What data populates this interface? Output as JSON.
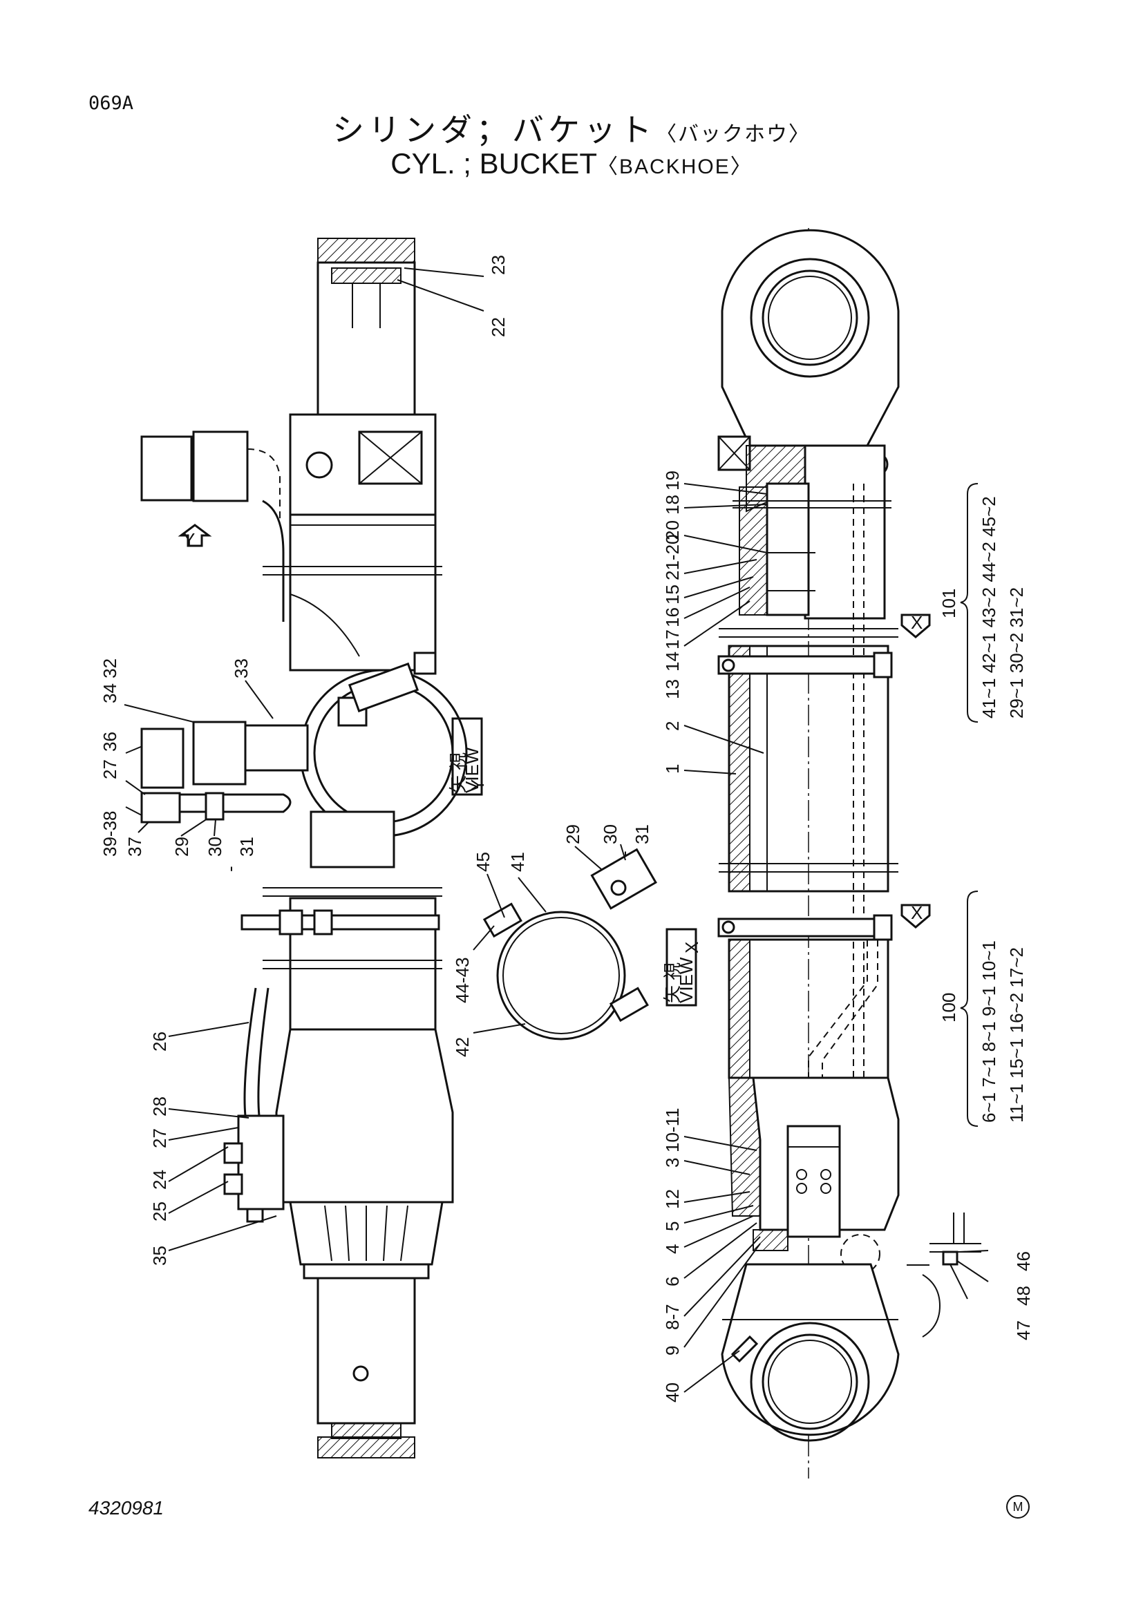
{
  "header": {
    "page_code": "069A",
    "title_jp": "シリンダ；バケット",
    "title_jp_sub": "〈バックホウ〉",
    "title_en": "CYL. ; BUCKET",
    "title_en_sub": "〈BACKHOE〉"
  },
  "footer": {
    "drawing_number": "4320981",
    "mark": "M"
  },
  "left_callouts": [
    "23",
    "22",
    "33",
    "34 32",
    "36",
    "27",
    "39-38",
    "37",
    "29",
    "30",
    "-",
    "31",
    "26",
    "28",
    "27",
    "24",
    "25",
    "35"
  ],
  "middle_callouts": [
    "45",
    "41",
    "29",
    "30",
    "-",
    "31",
    "44-43",
    "42"
  ],
  "right_callouts": [
    "19",
    "18",
    "20",
    "21-20",
    "15",
    "16",
    "17",
    "14",
    "13",
    "2",
    "1",
    "10-11",
    "3",
    "12",
    "5",
    "4",
    "6",
    "8-7",
    "9",
    "40",
    "46",
    "48",
    "47"
  ],
  "views": {
    "view_y": {
      "kanji": "矢 視",
      "label": "VIEW",
      "letter": "Y"
    },
    "view_x": {
      "kanji": "矢 視",
      "label": "VIEW",
      "letter": "X"
    },
    "arrow_y": "Y",
    "arrow_x_upper": "X",
    "arrow_x_lower": "X"
  },
  "assemblies": [
    {
      "number": "101",
      "lines": [
        "41~1 42~1 43~2 44~2 45~2",
        "29~1 30~2 31~2"
      ]
    },
    {
      "number": "100",
      "lines": [
        "6~1   7~1   8~1   9~1 10~1",
        "11~1 15~1 16~2 17~2"
      ]
    }
  ]
}
